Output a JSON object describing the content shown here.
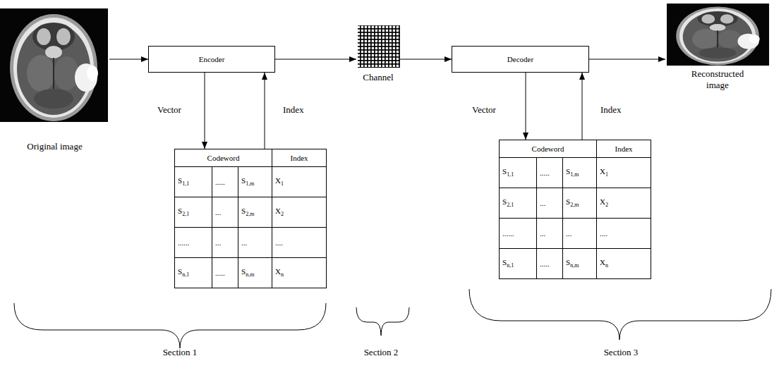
{
  "diagram": {
    "nodes": [
      {
        "text": [
          "Original image"
        ]
      },
      {
        "text": [
          "Encoder"
        ]
      },
      {
        "text": [
          "Channel"
        ]
      },
      {
        "text": [
          "Decoder"
        ]
      },
      {
        "text": [
          "Reconstructed image"
        ]
      },
      {
        "text": [
          "Codeword",
          "Index",
          "S1,1",
          ".....",
          "S1,m",
          "X1",
          "S2,1",
          "...",
          "S2,m",
          "X2",
          "......",
          "...",
          "...",
          "....",
          "Sn,1",
          ".....",
          "Sn,m",
          "Xn"
        ]
      },
      {
        "text": [
          "Codeword",
          "Index",
          "S1,1",
          ".....",
          "S1,m",
          "X1",
          "S2,1",
          "...",
          "S2,m",
          "X2",
          "......",
          "...",
          "...",
          "....",
          "Sn,1",
          ".....",
          "Sn,m",
          "Xn"
        ]
      }
    ],
    "edges": [
      {
        "from": 0,
        "to": 1,
        "arrow": "to"
      },
      {
        "from": 1,
        "to": 2,
        "arrow": "to"
      },
      {
        "from": 2,
        "to": 3,
        "arrow": "to"
      },
      {
        "from": 3,
        "to": 4,
        "arrow": "to"
      },
      {
        "from": 1,
        "to": 5,
        "label": "Vector",
        "arrow": "to"
      },
      {
        "from": 5,
        "to": 1,
        "label": "Index",
        "arrow": "to"
      },
      {
        "from": 3,
        "to": 6,
        "label": "Vector",
        "arrow": "to"
      },
      {
        "from": 6,
        "to": 3,
        "label": "Index",
        "arrow": "to"
      }
    ],
    "labels": [
      "Section 1",
      "Section 2",
      "Section 3"
    ]
  }
}
